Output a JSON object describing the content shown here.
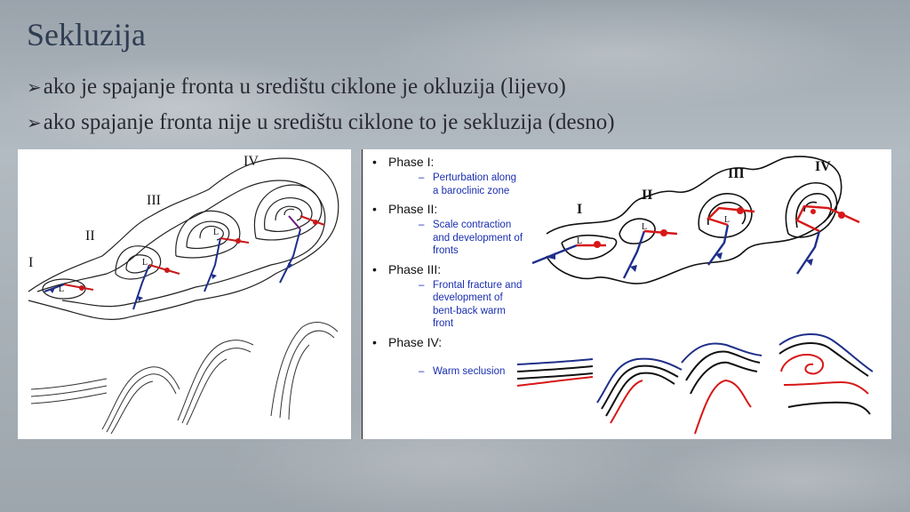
{
  "slide": {
    "title": "Sekluzija",
    "bullets": [
      "ako je spajanje fronta u središtu ciklone je okluzija (lijevo)",
      "ako spajanje fronta nije u središtu ciklone to je sekluzija (desno)"
    ],
    "bullet_icon": "arrowhead-bullet"
  },
  "left_figure": {
    "stage_labels": [
      "I",
      "II",
      "III",
      "IV"
    ],
    "low_marker": "L"
  },
  "right_figure": {
    "phases": [
      {
        "label": "Phase I:",
        "detail": "Perturbation along a baroclinic zone"
      },
      {
        "label": "Phase II:",
        "detail": "Scale contraction and development of fronts"
      },
      {
        "label": "Phase III:",
        "detail": "Frontal fracture and development of bent-back warm front"
      },
      {
        "label": "Phase IV:",
        "detail": "Warm seclusion"
      }
    ],
    "stage_labels": [
      "I",
      "II",
      "III",
      "IV"
    ],
    "low_marker": "L",
    "colors": {
      "cold_front": "#1f2f8a",
      "warm_front": "#d81818",
      "isobar": "#111111"
    }
  }
}
